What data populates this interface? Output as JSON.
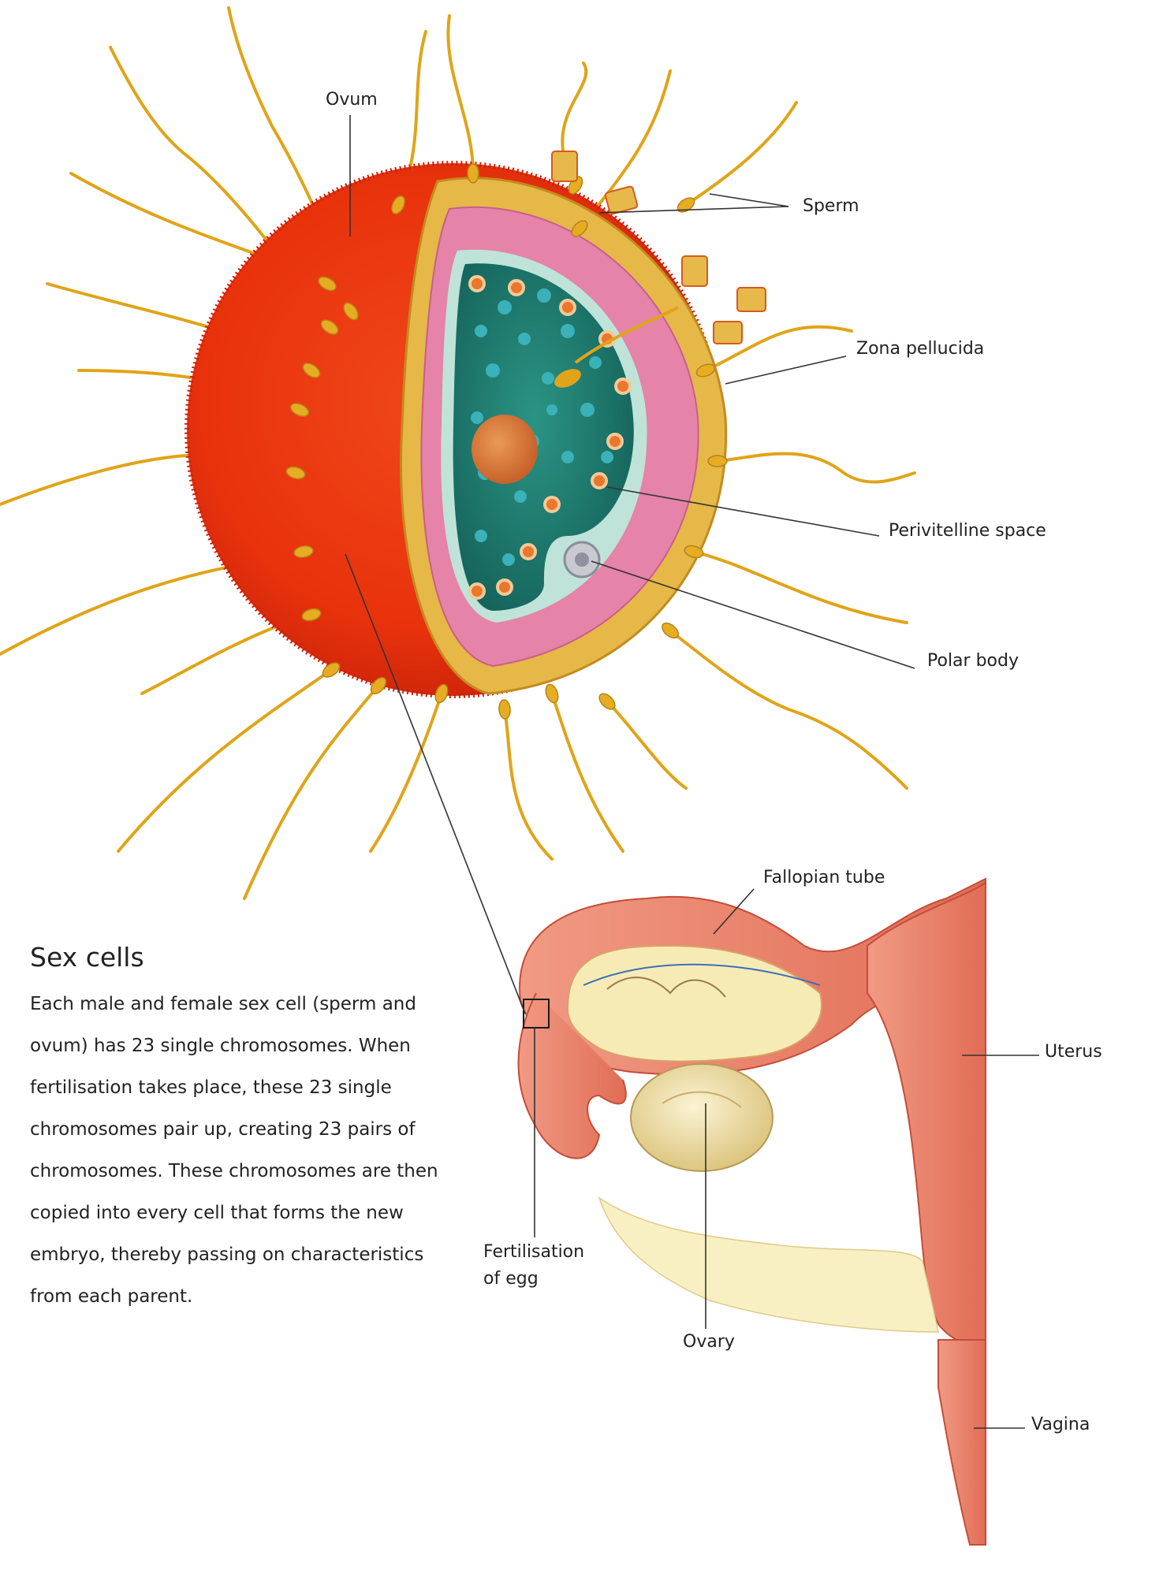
{
  "labels": {
    "ovum": "Ovum",
    "sperm": "Sperm",
    "zona_pellucida": "Zona pellucida",
    "perivitelline_space": "Perivitelline space",
    "polar_body": "Polar body",
    "fallopian_tube": "Fallopian tube",
    "uterus": "Uterus",
    "fertilisation_line1": "Fertilisation",
    "fertilisation_line2": "of egg",
    "ovary": "Ovary",
    "vagina": "Vagina"
  },
  "text": {
    "heading": "Sex cells",
    "body": "Each male and female sex cell (sperm and ovum) has 23 single chromosomes. When fertilisation takes place, these 23 single chromosomes pair up, creating 23 pairs of chromosomes. These chromosomes are then copied into every cell that forms the new embryo, thereby passing on characteristics from each parent."
  },
  "colors": {
    "ovum": "#e8320c",
    "sperm": "#e0a418",
    "zona_pellucida": "#e583a8",
    "cytoplasm": "#1f7f72",
    "nucleus": "#d97a2e",
    "tissue": "#e8806a",
    "ovary": "#f3e2a2"
  }
}
